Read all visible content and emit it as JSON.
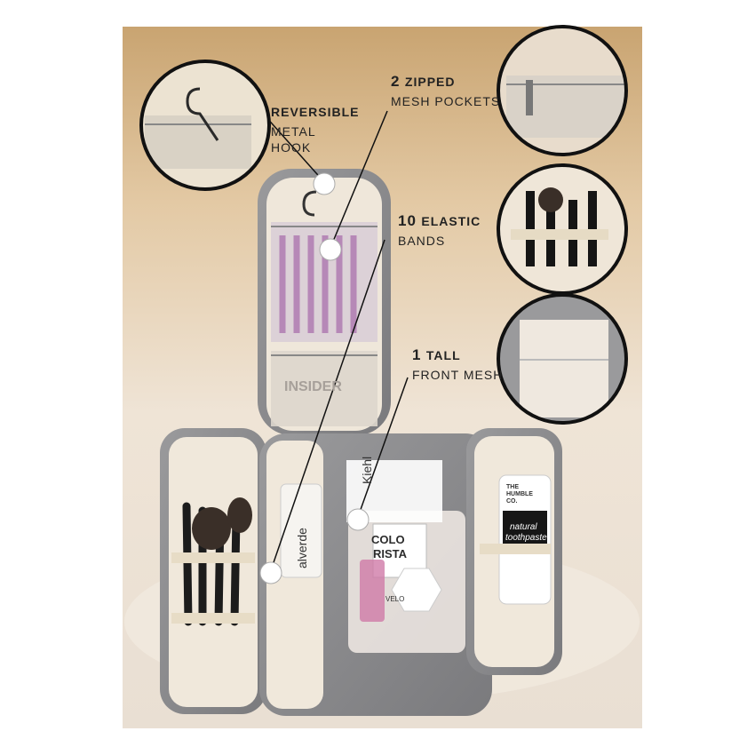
{
  "callouts": {
    "hook": {
      "title": "REVERSIBLE",
      "subtitle_1": "METAL",
      "subtitle_2": "HOOK"
    },
    "mesh": {
      "number": "2",
      "title": "ZIPPED",
      "subtitle": "MESH POCKETS"
    },
    "bands": {
      "number": "10",
      "title": "ELASTIC",
      "subtitle": "BANDS"
    },
    "front": {
      "number": "1",
      "title": "TALL",
      "subtitle": "FRONT MESH"
    }
  },
  "product_labels": {
    "alverde": "alverde",
    "colorista_1": "COLO",
    "colorista_2": "RISTA",
    "humble_1": "THE",
    "humble_2": "HUMBLE",
    "humble_3": "CO.",
    "toothpaste_1": "natural",
    "toothpaste_2": "toothpaste",
    "kiehls": "Kiehl",
    "insider": "INSIDER",
    "velo": "VELO"
  },
  "colors": {
    "background_top": "#ffffff",
    "sand_sky": "#d9b98a",
    "sand_ground": "#ece2d6",
    "bag_grey": "#8c8c8e",
    "lining": "#efe7da",
    "callout_ring": "#111111",
    "text": "#222222"
  }
}
